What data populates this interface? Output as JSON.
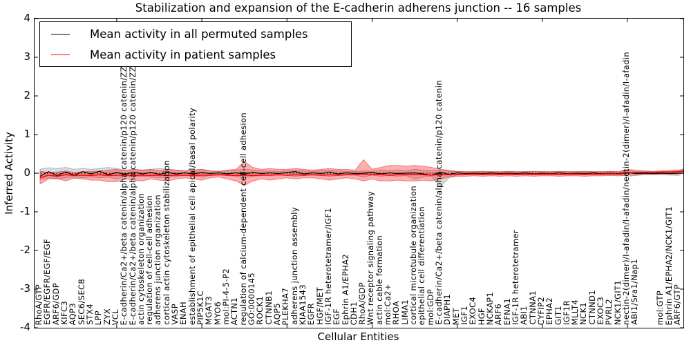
{
  "figure": {
    "title": "Stabilization and expansion of the E-cadherin adherens junction -- 16 samples",
    "xlabel": "Cellular Entities",
    "ylabel": "Inferred Activity"
  },
  "legend": {
    "entries": [
      {
        "label": "Mean activity in all permuted samples",
        "color": "#000000"
      },
      {
        "label": "Mean activity in patient samples",
        "color": "#ff0000"
      }
    ]
  },
  "chart_data": {
    "type": "line",
    "title": "Stabilization and expansion of the E-cadherin adherens junction -- 16 samples",
    "xlabel": "Cellular Entities",
    "ylabel": "Inferred Activity",
    "ylim": [
      -4,
      4
    ],
    "yticks": [
      4,
      3,
      2,
      1,
      0,
      -1,
      -2,
      -3,
      -4
    ],
    "xtick_marks_every": 10,
    "grid": false,
    "legend_position": "upper left",
    "zero_line": {
      "y": 0,
      "style": "dotted",
      "color": "#000000"
    },
    "categories": [
      "RhoA/GTP",
      "EGFR/EGFR/EGF/EGF",
      "ARF6/GDP",
      "KIFC3",
      "AQP3",
      "SEC6/SEC8",
      "STX4",
      "LPP",
      "ZYX",
      "VCL",
      "E-cadherin/Ca2+/beta catenin/alpha catenin/p120 catenin/ZZ",
      "E-cadherin/Ca2+/beta catenin/alpha catenin/p120 catenin/ZZ",
      "actin cytoskeleton organization",
      "regulation of cell-cell adhesion",
      "adherens junction organization",
      "cortical actin cytoskeleton stabilization",
      "VASP",
      "ENAH",
      "establishment of epithelial cell apical/basal polarity",
      "PIP5K1C",
      "MGAT3",
      "MYO6",
      "mol:PI-4-5-P2",
      "ACTN1",
      "regulation of calcium-dependent cell-cell adhesion",
      "GO:0000145",
      "ROCK1",
      "CTNNB1",
      "AQP5",
      "PLEKHA7",
      "adherens junction assembly",
      "KIAA1543",
      "EGFR",
      "HGF/MET",
      "IGF-1R heterotetramer/IGF1",
      "EGF",
      "Ephrin A1/EPHA2",
      "CDH1",
      "RhoA/GDP",
      "Wnt receptor signaling pathway",
      "actin cable formation",
      "mol:Ca2+",
      "RHOA",
      "LIMA1",
      "cortical microtubule organization",
      "epithelial cell differentiation",
      "mol:GDP",
      "E-cadherin/Ca2+/beta catenin/alpha catenin/p120 catenin",
      "DIAPH1",
      "MET",
      "IGF1",
      "EXOC4",
      "HGF",
      "NCKAP1",
      "ARF6",
      "EFNA1",
      "IGF-1R heterotetramer",
      "ABI1",
      "CTNNA1",
      "CYFIP2",
      "EPHA2",
      "GIT1",
      "IGF1R",
      "MLLT4",
      "NCK1",
      "CTNND1",
      "EXOC3",
      "PVRL2",
      "NCK1/GIT1",
      "nectin-2(dimer)/I-afadin/I-afadin/nectin-2(dimer)/I-afadin/I-afadin",
      "ABI1/Sra1/Nap1",
      "",
      "",
      "mol:GTP",
      "Ephrin A1/EPHA2/NCK1/GIT1",
      "ARF6/GTP"
    ],
    "series": [
      {
        "name": "Mean activity in all permuted samples",
        "color": "#000000",
        "band_color": "rgba(90,90,90,0.22)",
        "band_edge": "rgba(120,120,120,0.5)",
        "values": [
          -0.08,
          0.04,
          -0.06,
          0.03,
          -0.05,
          0.04,
          -0.02,
          0.05,
          -0.04,
          0.02,
          -0.03,
          0.03,
          -0.02,
          0.02,
          -0.03,
          0.02,
          -0.02,
          0.01,
          -0.02,
          0.02,
          -0.01,
          0.01,
          -0.02,
          0.01,
          -0.02,
          0.02,
          -0.01,
          0.01,
          -0.01,
          0.02,
          0.04,
          -0.02,
          0.01,
          -0.01,
          0.03,
          -0.02,
          0.01,
          -0.01,
          0.0,
          0.02,
          -0.02,
          0.01,
          -0.01,
          0.0,
          0.01,
          -0.02,
          -0.05,
          0.03,
          -0.03,
          0.01,
          -0.01,
          0.0,
          -0.01,
          0.01,
          -0.01,
          0.0,
          -0.01,
          0.01,
          -0.02,
          0.0,
          -0.01,
          0.01,
          -0.01,
          0.0,
          -0.01,
          0.01,
          -0.01,
          0.0,
          -0.01,
          0.02,
          -0.01,
          0.0,
          -0.01,
          0.0,
          -0.01,
          0.0,
          0.0
        ],
        "band_upper": [
          0.1,
          0.14,
          0.12,
          0.15,
          0.1,
          0.12,
          0.1,
          0.12,
          0.15,
          0.12,
          0.08,
          0.1,
          0.08,
          0.1,
          0.12,
          0.1,
          0.08,
          0.06,
          0.08,
          0.1,
          0.06,
          0.05,
          0.06,
          0.08,
          0.1,
          0.08,
          0.06,
          0.06,
          0.05,
          0.06,
          0.08,
          0.06,
          0.05,
          0.06,
          0.08,
          0.06,
          0.05,
          0.05,
          0.06,
          0.05,
          0.08,
          0.06,
          0.08,
          0.06,
          0.1,
          0.08,
          0.06,
          0.08,
          0.05,
          0.04,
          0.04,
          0.04,
          0.04,
          0.04,
          0.04,
          0.04,
          0.04,
          0.04,
          0.04,
          0.04,
          0.04,
          0.04,
          0.04,
          0.04,
          0.04,
          0.04,
          0.04,
          0.04,
          0.04,
          0.06,
          0.05,
          0.04,
          0.04,
          0.04,
          0.05,
          0.06,
          0.08
        ],
        "band_lower": [
          -0.16,
          -0.12,
          -0.15,
          -0.12,
          -0.1,
          -0.12,
          -0.1,
          -0.12,
          -0.1,
          -0.15,
          -0.08,
          -0.1,
          -0.08,
          -0.1,
          -0.12,
          -0.1,
          -0.08,
          -0.06,
          -0.08,
          -0.1,
          -0.06,
          -0.05,
          -0.06,
          -0.08,
          -0.12,
          -0.08,
          -0.06,
          -0.06,
          -0.05,
          -0.06,
          -0.08,
          -0.06,
          -0.05,
          -0.06,
          -0.08,
          -0.06,
          -0.05,
          -0.05,
          -0.1,
          -0.05,
          -0.08,
          -0.06,
          -0.08,
          -0.06,
          -0.15,
          -0.1,
          -0.08,
          -0.35,
          -0.12,
          -0.05,
          -0.04,
          -0.04,
          -0.04,
          -0.04,
          -0.04,
          -0.04,
          -0.04,
          -0.04,
          -0.04,
          -0.04,
          -0.04,
          -0.04,
          -0.04,
          -0.04,
          -0.04,
          -0.04,
          -0.04,
          -0.04,
          -0.04,
          -0.08,
          -0.06,
          -0.04,
          -0.04,
          -0.04,
          -0.05,
          -0.06,
          -0.06
        ]
      },
      {
        "name": "Mean activity in patient samples",
        "color": "#ff0000",
        "band_color": "rgba(255,0,0,0.32)",
        "band_edge": "rgba(220,40,40,0.5)",
        "values": [
          -0.12,
          -0.05,
          -0.08,
          -0.04,
          -0.06,
          -0.05,
          -0.06,
          -0.04,
          -0.06,
          -0.05,
          -0.05,
          -0.06,
          -0.05,
          -0.06,
          -0.05,
          -0.06,
          -0.05,
          -0.05,
          -0.06,
          -0.05,
          -0.05,
          -0.04,
          -0.05,
          -0.06,
          -0.05,
          -0.06,
          -0.05,
          -0.05,
          -0.04,
          -0.05,
          -0.04,
          -0.05,
          -0.04,
          -0.05,
          -0.04,
          -0.05,
          -0.04,
          -0.04,
          -0.02,
          -0.04,
          -0.03,
          -0.05,
          -0.04,
          -0.04,
          -0.03,
          -0.04,
          -0.05,
          -0.03,
          -0.04,
          -0.03,
          -0.03,
          -0.02,
          -0.03,
          -0.02,
          -0.03,
          -0.02,
          -0.03,
          -0.02,
          -0.03,
          -0.02,
          -0.02,
          -0.03,
          -0.02,
          -0.02,
          -0.03,
          -0.02,
          -0.02,
          -0.01,
          -0.02,
          0.0,
          0.02,
          0.02,
          0.02,
          0.03,
          0.03,
          0.04,
          0.06
        ],
        "band_upper": [
          0.05,
          0.02,
          0.03,
          0.06,
          0.02,
          0.04,
          0.05,
          0.06,
          0.08,
          0.1,
          0.06,
          0.1,
          0.08,
          0.1,
          0.06,
          0.1,
          0.08,
          0.06,
          0.08,
          0.1,
          0.06,
          0.05,
          0.08,
          0.1,
          0.3,
          0.15,
          0.1,
          0.12,
          0.1,
          0.1,
          0.12,
          0.1,
          0.08,
          0.1,
          0.12,
          0.1,
          0.1,
          0.08,
          0.35,
          0.1,
          0.15,
          0.2,
          0.2,
          0.18,
          0.2,
          0.18,
          0.15,
          0.1,
          0.08,
          0.05,
          0.04,
          0.04,
          0.05,
          0.04,
          0.04,
          0.05,
          0.04,
          0.04,
          0.05,
          0.04,
          0.04,
          0.05,
          0.04,
          0.04,
          0.05,
          0.04,
          0.04,
          0.05,
          0.04,
          0.1,
          0.08,
          0.06,
          0.05,
          0.06,
          0.07,
          0.08,
          0.13
        ],
        "band_lower": [
          -0.28,
          -0.15,
          -0.14,
          -0.2,
          -0.13,
          -0.15,
          -0.18,
          -0.18,
          -0.22,
          -0.22,
          -0.15,
          -0.18,
          -0.2,
          -0.15,
          -0.18,
          -0.2,
          -0.15,
          -0.12,
          -0.15,
          -0.18,
          -0.12,
          -0.1,
          -0.15,
          -0.2,
          -0.32,
          -0.2,
          -0.15,
          -0.18,
          -0.15,
          -0.12,
          -0.15,
          -0.12,
          -0.12,
          -0.15,
          -0.18,
          -0.15,
          -0.12,
          -0.15,
          -0.2,
          -0.15,
          -0.2,
          -0.2,
          -0.18,
          -0.2,
          -0.2,
          -0.18,
          -0.2,
          -0.15,
          -0.1,
          -0.08,
          -0.08,
          -0.07,
          -0.08,
          -0.07,
          -0.08,
          -0.07,
          -0.08,
          -0.07,
          -0.08,
          -0.07,
          -0.07,
          -0.08,
          -0.07,
          -0.07,
          -0.08,
          -0.07,
          -0.07,
          -0.06,
          -0.07,
          -0.05,
          -0.04,
          -0.03,
          -0.03,
          -0.02,
          -0.02,
          -0.02,
          -0.01
        ]
      }
    ]
  }
}
